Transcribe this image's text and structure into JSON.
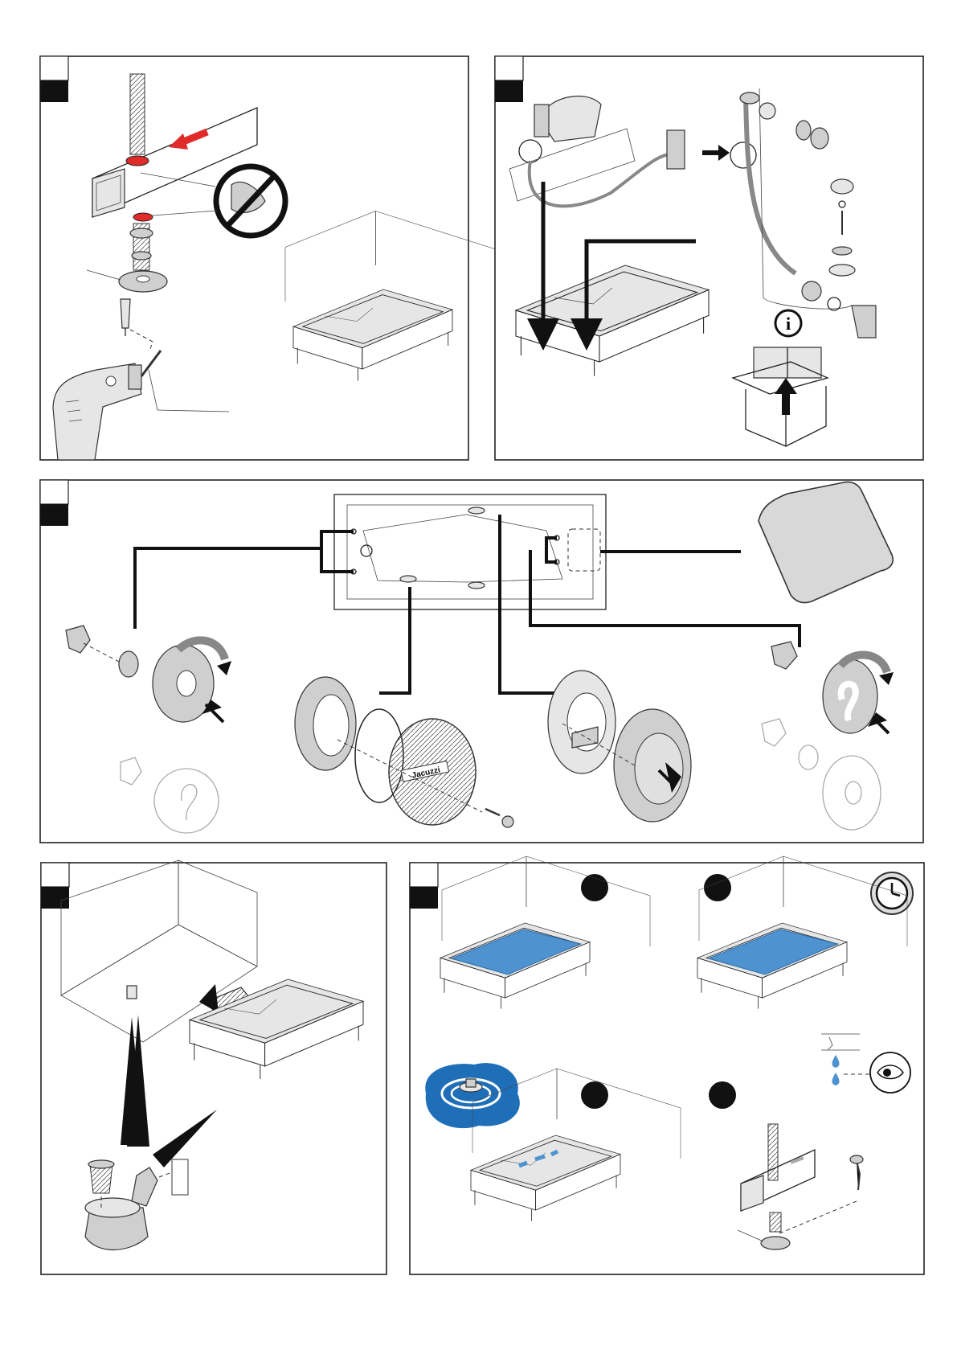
{
  "colors": {
    "accent_red": "#e12b2b",
    "water_blue": "#4e93cf",
    "swirl_blue": "#1f6fb8",
    "frame": "#222222"
  },
  "icons": {
    "prohibition": "no-hand-contact-icon",
    "info": "info-icon",
    "clock": "clock-icon",
    "eye": "eye-icon",
    "drill": "drill-icon",
    "brand_logo_text": "Jacuzzi"
  },
  "panels": [
    {
      "id": "panel-1",
      "number": ""
    },
    {
      "id": "panel-2",
      "number": ""
    },
    {
      "id": "panel-3",
      "number": ""
    },
    {
      "id": "panel-4",
      "number": ""
    },
    {
      "id": "panel-5",
      "number": ""
    }
  ]
}
